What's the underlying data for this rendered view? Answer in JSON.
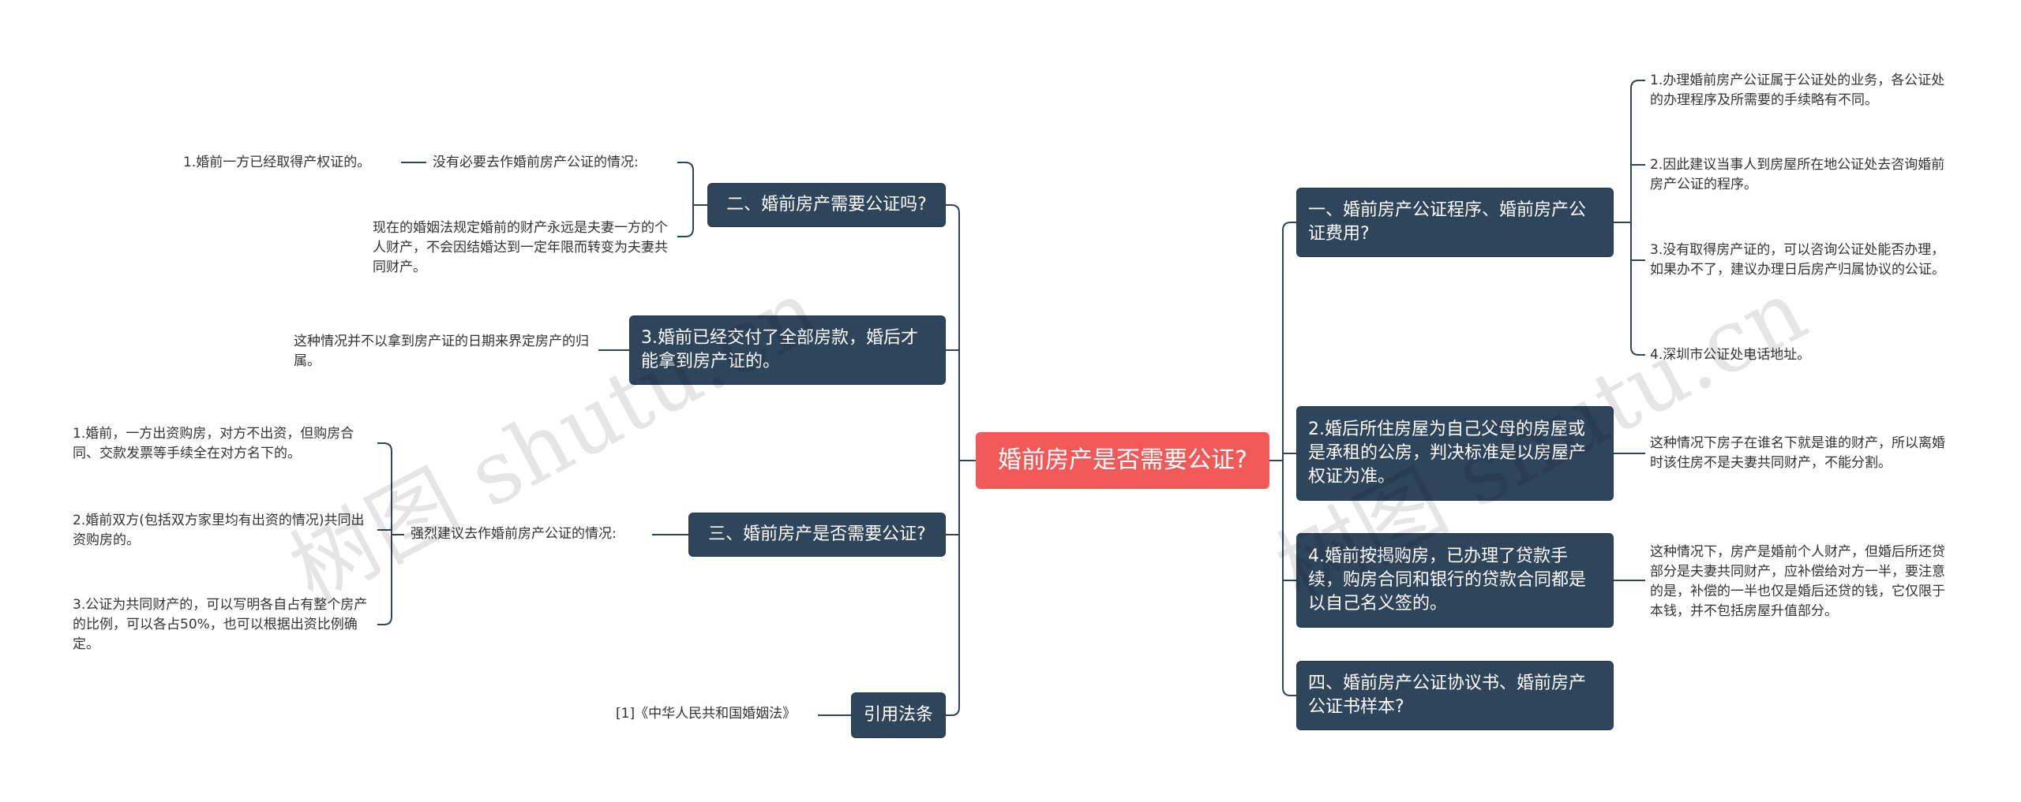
{
  "root": {
    "label": "婚前房产是否需要公证?"
  },
  "left": {
    "q2": {
      "label": "二、婚前房产需要公证吗?",
      "sub": "没有必要去作婚前房产公证的情况:",
      "sub_leaf": "1.婚前一方已经取得产权证的。",
      "leaf": "现在的婚姻法规定婚前的财产永远是夫妻一方的个人财产，不会因结婚达到一定年限而转变为夫妻共同财产。"
    },
    "q3a": {
      "label": "3.婚前已经交付了全部房款，婚后才能拿到房产证的。",
      "leaf": "这种情况并不以拿到房产证的日期来界定房产的归属。"
    },
    "q3b": {
      "label": "三、婚前房产是否需要公证?",
      "sub": "强烈建议去作婚前房产公证的情况:",
      "leaves": [
        "1.婚前，一方出资购房，对方不出资，但购房合同、交款发票等手续全在对方名下的。",
        "2.婚前双方(包括双方家里均有出资的情况)共同出资购房的。",
        "3.公证为共同财产的，可以写明各自占有整个房产的比例，可以各占50%，也可以根据出资比例确定。"
      ]
    },
    "law": {
      "label": "引用法条",
      "leaf": "[1]《中华人民共和国婚姻法》"
    }
  },
  "right": {
    "q1": {
      "label": "一、婚前房产公证程序、婚前房产公证费用?",
      "leaves": [
        "1.办理婚前房产公证属于公证处的业务，各公证处的办理程序及所需要的手续略有不同。",
        "2.因此建议当事人到房屋所在地公证处去咨询婚前房产公证的程序。",
        "3.没有取得房产证的，可以咨询公证处能否办理，如果办不了，建议办理日后房产归属协议的公证。",
        "4.深圳市公证处电话地址。"
      ]
    },
    "q2b": {
      "label": "2.婚后所住房屋为自己父母的房屋或是承租的公房，判决标准是以房屋产权证为准。",
      "leaf": "这种情况下房子在谁名下就是谁的财产，所以离婚时该住房不是夫妻共同财产，不能分割。"
    },
    "q4": {
      "label": "4.婚前按揭购房，已办理了贷款手续，购房合同和银行的贷款合同都是以自己名义签的。",
      "leaf": "这种情况下，房产是婚前个人财产，但婚后所还贷部分是夫妻共同财产，应补偿给对方一半，要注意的是，补偿的一半也仅是婚后还贷的钱，它仅限于本钱，并不包括房屋升值部分。"
    },
    "q5": {
      "label": "四、婚前房产公证协议书、婚前房产公证书样本?"
    }
  },
  "watermarks": [
    "树图 shutu.cn",
    "树图 shutu.cn"
  ],
  "colors": {
    "root": "#f25a5a",
    "branch": "#2f455c",
    "line": "#2f455c",
    "text": "#333333"
  }
}
